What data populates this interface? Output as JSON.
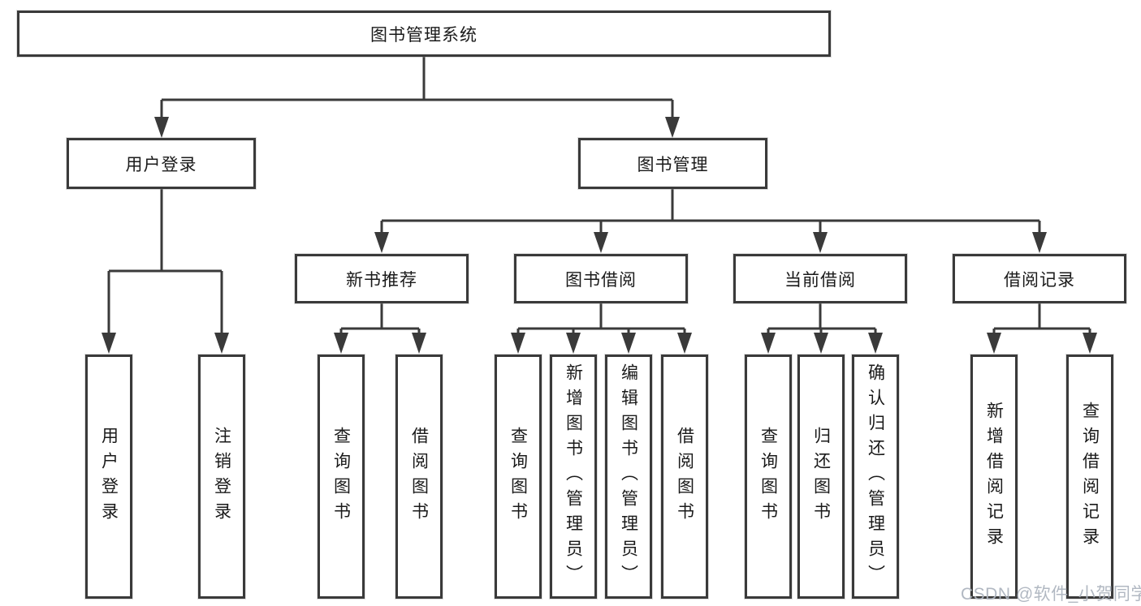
{
  "diagram": {
    "root": {
      "label": "图书管理系统"
    },
    "level2": [
      {
        "label": "用户登录"
      },
      {
        "label": "图书管理"
      }
    ],
    "level3": [
      {
        "label": "新书推荐"
      },
      {
        "label": "图书借阅"
      },
      {
        "label": "当前借阅"
      },
      {
        "label": "借阅记录"
      }
    ],
    "leaves": {
      "user_login": [
        "用户登录",
        "注销登录"
      ],
      "new_book": [
        "查询图书",
        "借阅图书"
      ],
      "book_borrow": [
        "查询图书",
        "新增图书（管理员）",
        "编辑图书（管理员）",
        "借阅图书"
      ],
      "current_borrow": [
        "查询图书",
        "归还图书",
        "确认归还（管理员）"
      ],
      "borrow_record": [
        "新增借阅记录",
        "查询借阅记录"
      ]
    },
    "colors": {
      "line": "#3a3a3a",
      "text": "#1a1a1a",
      "background": "#ffffff",
      "watermark": "#adb4bf"
    },
    "watermark": "CSDN @软件_小贺同学"
  }
}
